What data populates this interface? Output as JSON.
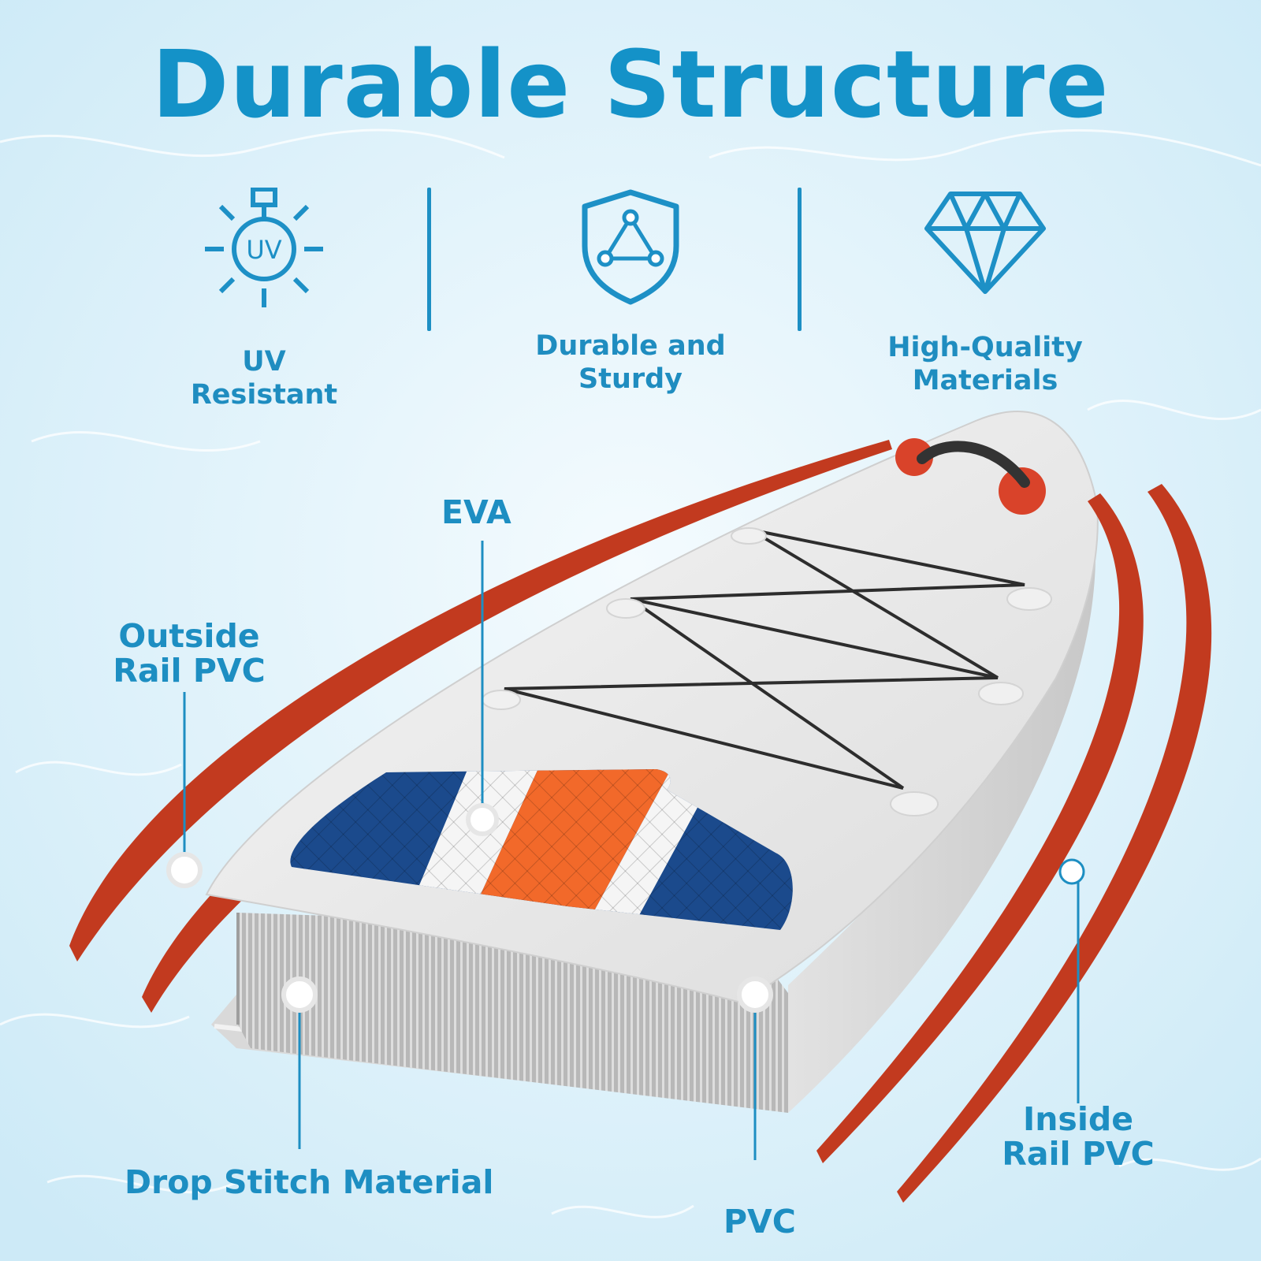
{
  "title": "Durable Structure",
  "features": [
    {
      "icon": "uv-sun-icon",
      "label_line1": "UV Resistant",
      "label_line2": ""
    },
    {
      "icon": "shield-icon",
      "label_line1": "Durable and",
      "label_line2": "Sturdy"
    },
    {
      "icon": "diamond-icon",
      "label_line1": "High-Quality",
      "label_line2": "Materials"
    }
  ],
  "uv_badge": "UV",
  "callouts": {
    "eva": "EVA",
    "outside_rail": {
      "line1": "Outside",
      "line2": "Rail PVC"
    },
    "drop_stitch": "Drop Stitch Material",
    "pvc": "PVC",
    "inside_rail": {
      "line1": "Inside",
      "line2": "Rail PVC"
    }
  },
  "colors": {
    "accent": "#1492c8",
    "rail_red": "#c8391f",
    "pad_blue": "#1b4a8c",
    "pad_orange": "#f2692a"
  }
}
